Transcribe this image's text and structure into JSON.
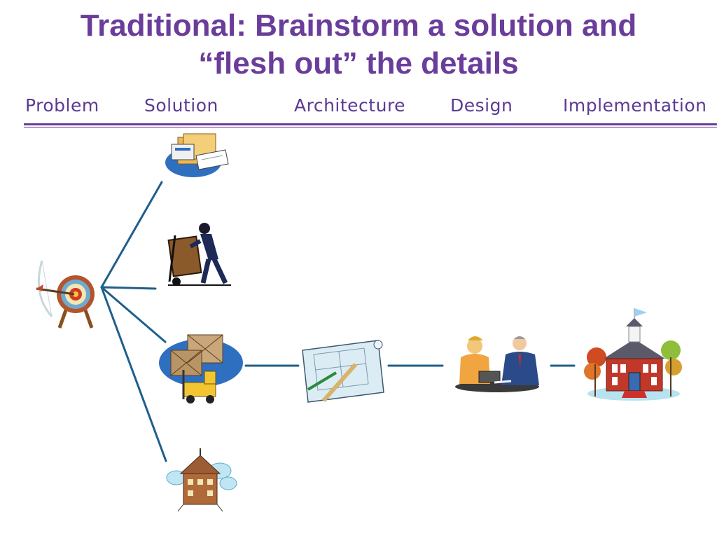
{
  "slide": {
    "title_line1": "Traditional:  Brainstorm a solution and",
    "title_line2": "“flesh out” the details"
  },
  "stages": [
    {
      "label": "Problem"
    },
    {
      "label": "Solution"
    },
    {
      "label": "Architecture"
    },
    {
      "label": "Design"
    },
    {
      "label": "Implementation"
    }
  ],
  "icons": {
    "problem": "target-archery-icon",
    "solution_1": "file-folders-icon",
    "solution_2": "hand-truck-mover-icon",
    "solution_3": "forklift-boxes-icon",
    "solution_4": "airlifted-building-icon",
    "architecture": "blueprint-icon",
    "design": "meeting-people-icon",
    "implementation": "schoolhouse-icon"
  },
  "colors": {
    "title": "#6a3d9a",
    "stage_labels": "#5b3a93",
    "rule": "#6a3d9a",
    "connector": "#1f5f8b"
  }
}
